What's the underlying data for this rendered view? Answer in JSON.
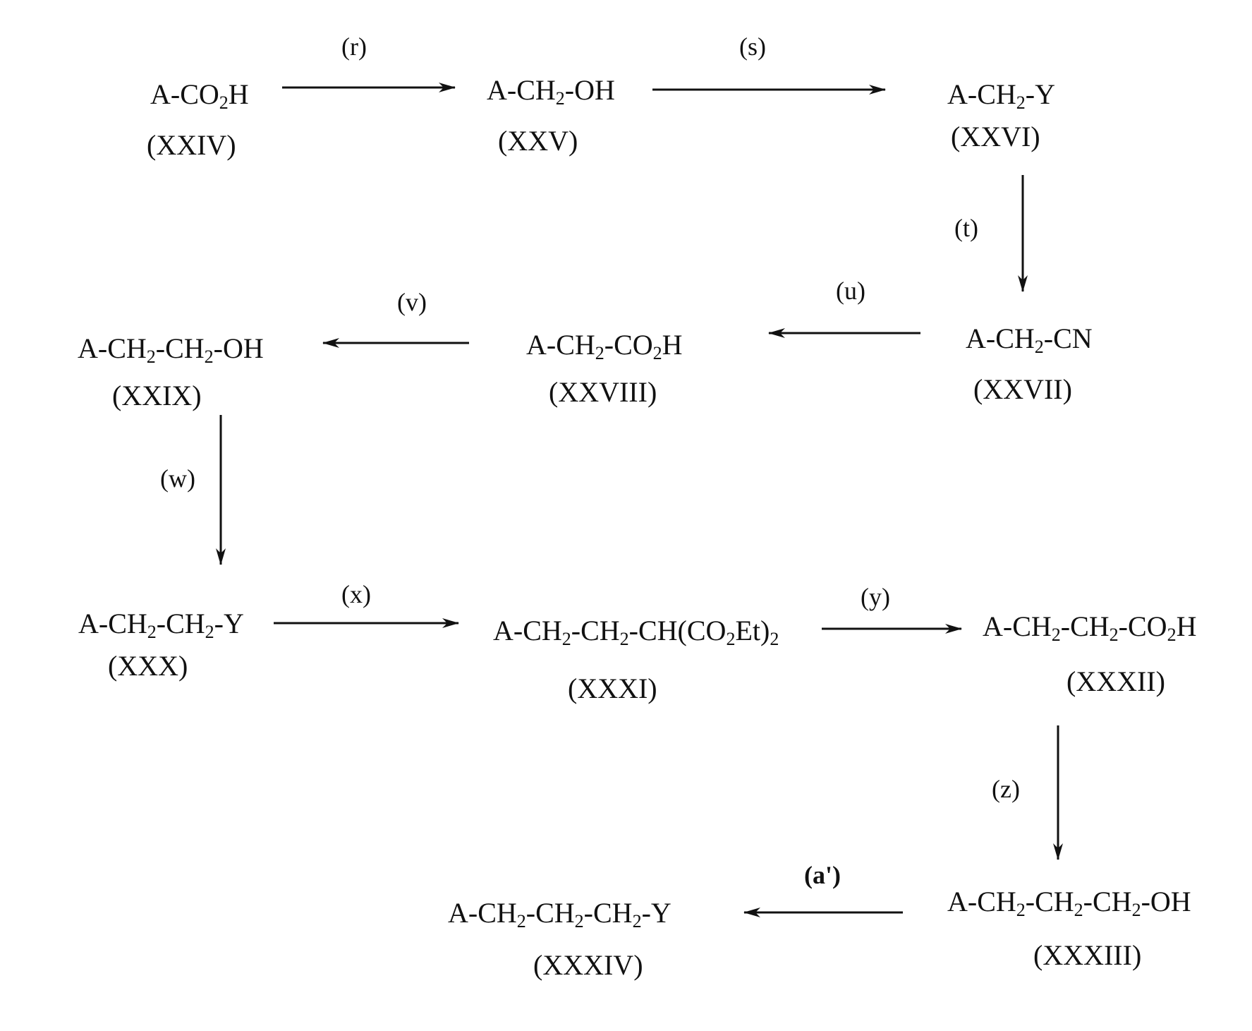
{
  "compounds": {
    "xxiv": {
      "formula": "A-CO2H",
      "label": "(XXIV)"
    },
    "xxv": {
      "formula": "A-CH2-OH",
      "label": "(XXV)"
    },
    "xxvi": {
      "formula": "A-CH2-Y",
      "label": "(XXVI)"
    },
    "xxvii": {
      "formula": "A-CH2-CN",
      "label": "(XXVII)"
    },
    "xxviii": {
      "formula": "A-CH2-CO2H",
      "label": "(XXVIII)"
    },
    "xxix": {
      "formula": "A-CH2-CH2-OH",
      "label": "(XXIX)"
    },
    "xxx": {
      "formula": "A-CH2-CH2-Y",
      "label": "(XXX)"
    },
    "xxxi": {
      "formula": "A-CH2-CH2-CH(CO2Et)2",
      "label": "(XXXI)"
    },
    "xxxii": {
      "formula": "A-CH2-CH2-CO2H",
      "label": "(XXXII)"
    },
    "xxxiii": {
      "formula": "A-CH2-CH2-CH2-OH",
      "label": "(XXXIII)"
    },
    "xxxiv": {
      "formula": "A-CH2-CH2-CH2-Y",
      "label": "(XXXIV)"
    }
  },
  "steps": {
    "r": "(r)",
    "s": "(s)",
    "t": "(t)",
    "u": "(u)",
    "v": "(v)",
    "w": "(w)",
    "x": "(x)",
    "y": "(y)",
    "z": "(z)",
    "a_prime": "(a')"
  }
}
